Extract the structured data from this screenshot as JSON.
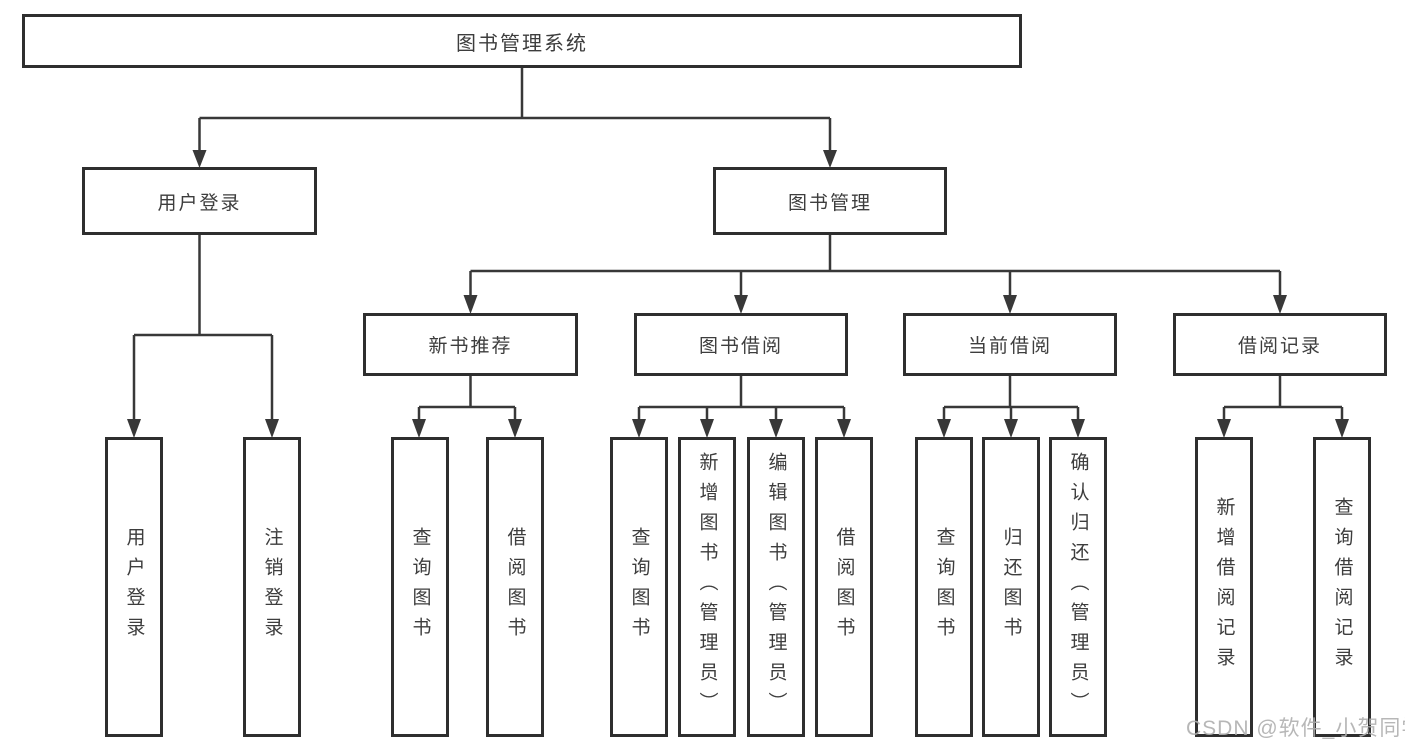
{
  "diagram": {
    "root": {
      "label": "图书管理系统"
    },
    "level2": [
      {
        "label": "用户登录"
      },
      {
        "label": "图书管理"
      }
    ],
    "level3": [
      {
        "label": "新书推荐"
      },
      {
        "label": "图书借阅"
      },
      {
        "label": "当前借阅"
      },
      {
        "label": "借阅记录"
      }
    ],
    "leaves": [
      {
        "label": "用户登录"
      },
      {
        "label": "注销登录"
      },
      {
        "label": "查询图书"
      },
      {
        "label": "借阅图书"
      },
      {
        "label": "查询图书"
      },
      {
        "label": "新增图书（管理员）"
      },
      {
        "label": "编辑图书（管理员）"
      },
      {
        "label": "借阅图书"
      },
      {
        "label": "查询图书"
      },
      {
        "label": "归还图书"
      },
      {
        "label": "确认归还（管理员）"
      },
      {
        "label": "新增借阅记录"
      },
      {
        "label": "查询借阅记录"
      }
    ],
    "watermark": "CSDN @软件_小贺同学",
    "colors": {
      "line": "#383838",
      "border": "#2e2e2e",
      "text": "#3d3d3d",
      "watermark": "#b0b0b0"
    }
  }
}
